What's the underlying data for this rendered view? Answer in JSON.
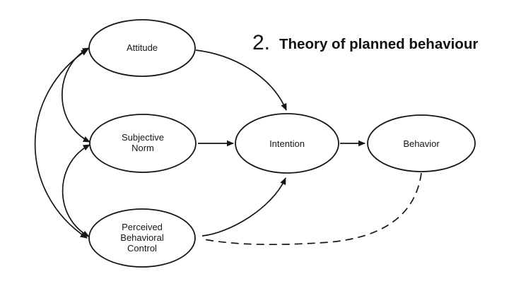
{
  "title": {
    "number": "2.",
    "text": "Theory of planned behaviour"
  },
  "diagram": {
    "type": "flow-diagram",
    "colors": {
      "background": "#ffffff",
      "stroke": "#161616",
      "text": "#161616"
    },
    "nodes": [
      {
        "id": "attitude",
        "label": "Attitude",
        "lines": [
          "Attitude"
        ]
      },
      {
        "id": "subjective-norm",
        "label": "Subjective Norm",
        "lines": [
          "Subjective",
          "Norm"
        ]
      },
      {
        "id": "perceived-behavioral-control",
        "label": "Perceived Behavioral Control",
        "lines": [
          "Perceived",
          "Behavioral",
          "Control"
        ]
      },
      {
        "id": "intention",
        "label": "Intention",
        "lines": [
          "Intention"
        ]
      },
      {
        "id": "behavior",
        "label": "Behavior",
        "lines": [
          "Behavior"
        ]
      }
    ],
    "edges": [
      {
        "from": "attitude",
        "to": "intention",
        "style": "solid",
        "type": "arrow"
      },
      {
        "from": "subjective-norm",
        "to": "intention",
        "style": "solid",
        "type": "arrow"
      },
      {
        "from": "perceived-behavioral-control",
        "to": "intention",
        "style": "solid",
        "type": "arrow"
      },
      {
        "from": "intention",
        "to": "behavior",
        "style": "solid",
        "type": "arrow"
      },
      {
        "from": "behavior",
        "to": "perceived-behavioral-control",
        "style": "dashed",
        "type": "line"
      },
      {
        "from": "attitude",
        "to": "subjective-norm",
        "style": "solid",
        "type": "double-arrow"
      },
      {
        "from": "subjective-norm",
        "to": "perceived-behavioral-control",
        "style": "solid",
        "type": "double-arrow"
      },
      {
        "from": "attitude",
        "to": "perceived-behavioral-control",
        "style": "solid",
        "type": "double-arrow"
      }
    ]
  }
}
